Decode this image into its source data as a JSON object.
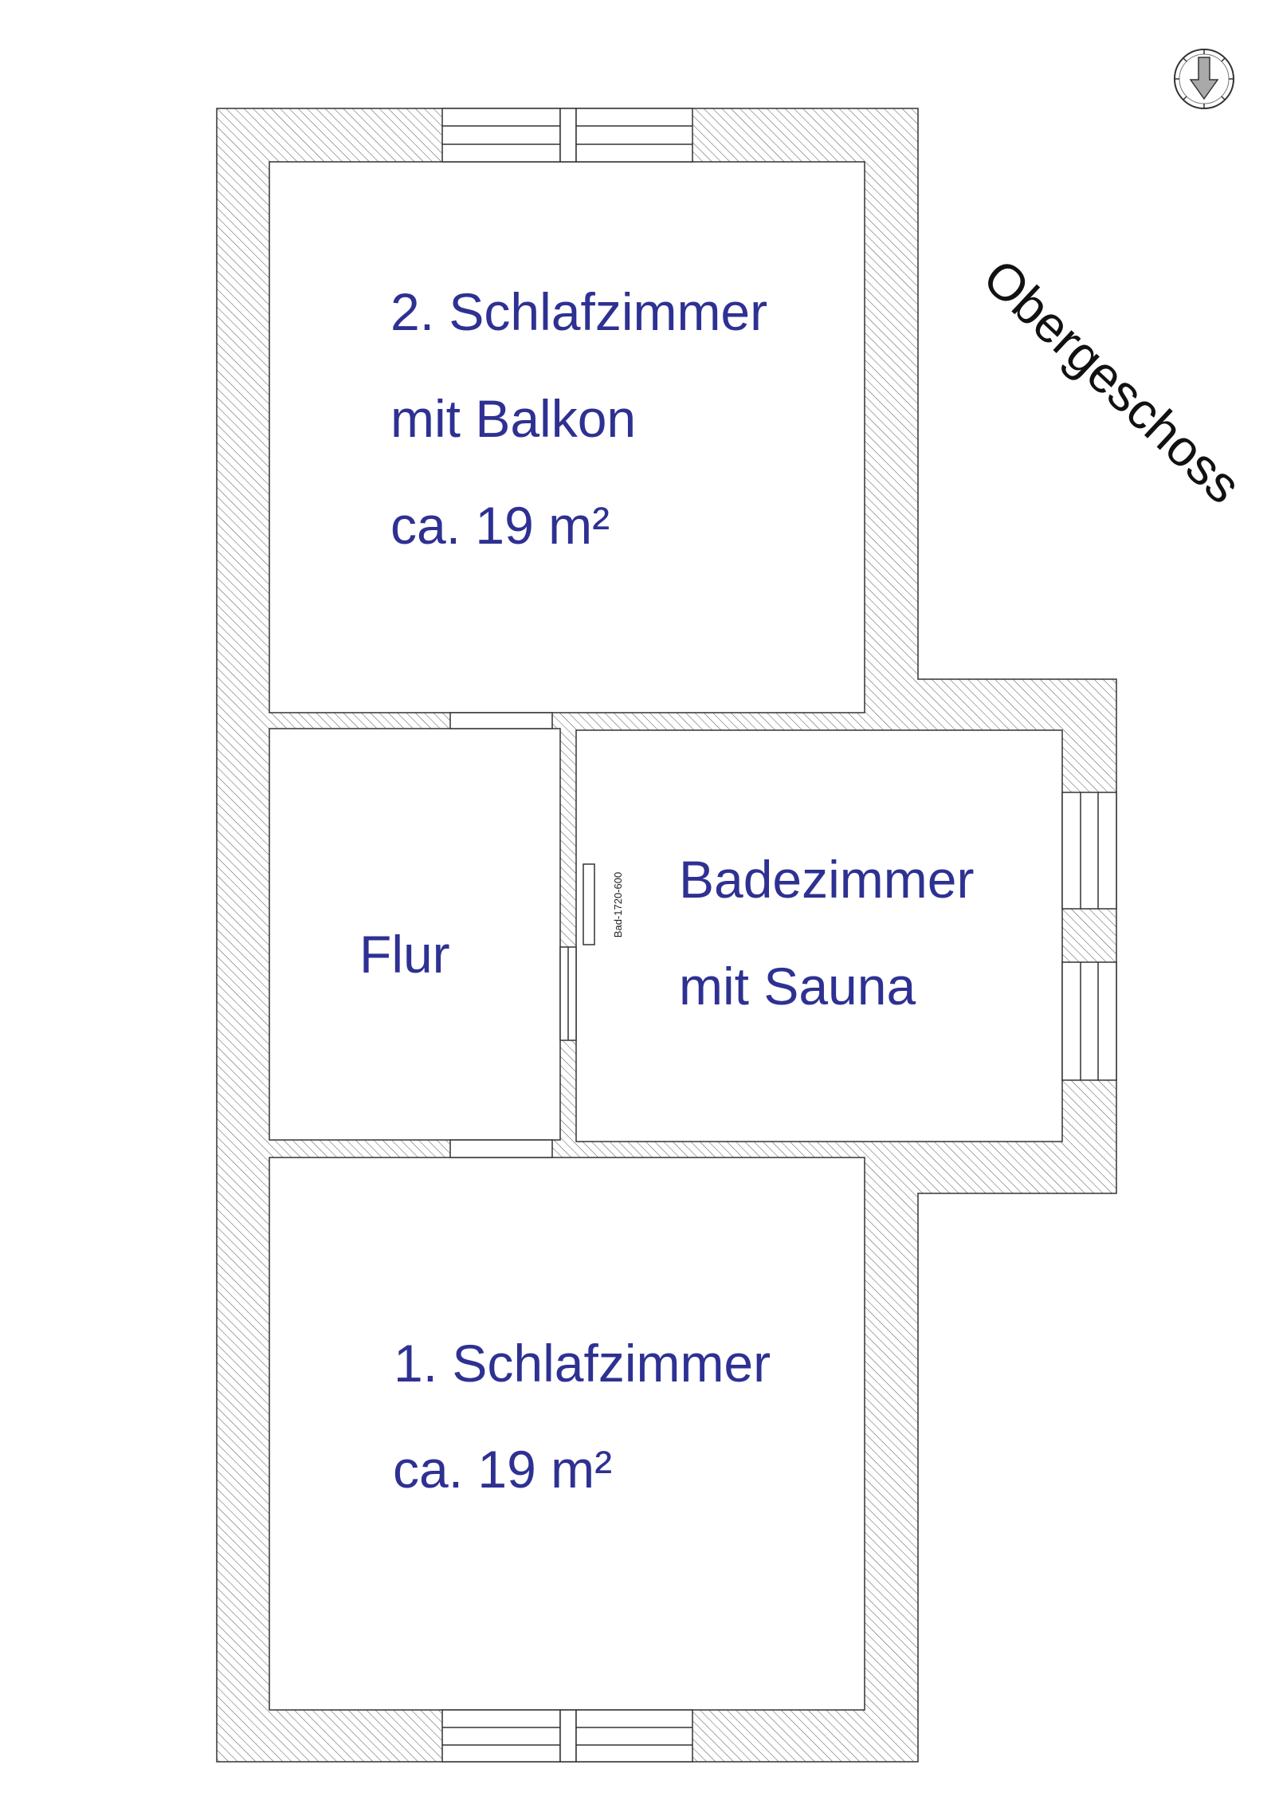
{
  "plan": {
    "title": "Obergeschoss",
    "orientation_icon": "compass-arrow-icon"
  },
  "rooms": {
    "bedroom_2": {
      "name": "2. Schlafzimmer",
      "note": "mit Balkon",
      "area": "ca. 19 m²"
    },
    "hall": {
      "name": "Flur"
    },
    "bathroom": {
      "name": "Badezimmer",
      "note": "mit Sauna",
      "fixture_label": "Bad-1720-600"
    },
    "bedroom_1": {
      "name": "1. Schlafzimmer",
      "area": "ca. 19 m²"
    }
  },
  "colors": {
    "room_label": "#2e3192",
    "title": "#111111",
    "wall_line": "#333333",
    "hatch": "#555555"
  }
}
